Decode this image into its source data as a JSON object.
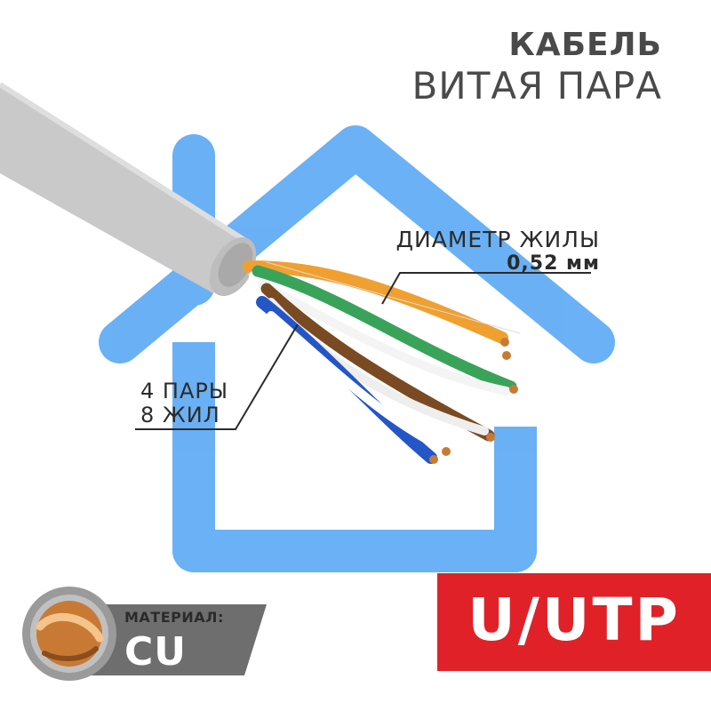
{
  "title": {
    "line1": "КАБЕЛЬ",
    "line2": "ВИТАЯ ПАРА"
  },
  "callouts": {
    "diameter_label": "ДИАМЕТР ЖИЛЫ",
    "diameter_value": "0,52 мм",
    "pairs_line1": "4 ПАРЫ",
    "pairs_line2": "8 ЖИЛ"
  },
  "material": {
    "label": "МАТЕРИАЛ:",
    "value": "CU"
  },
  "badge": {
    "text": "U/UTP"
  },
  "colors": {
    "house": "#5aa8f5",
    "badge": "#e02128",
    "cable_jacket": "#c9c9c9",
    "material_band": "#6e6e6e",
    "wire_orange": "#f0a030",
    "wire_green": "#3aa35a",
    "wire_brown": "#7a4a22",
    "wire_blue": "#2456c8",
    "copper": "#c87a35"
  },
  "icons": [
    "house-icon",
    "cable-icon",
    "copper-wire-icon"
  ]
}
